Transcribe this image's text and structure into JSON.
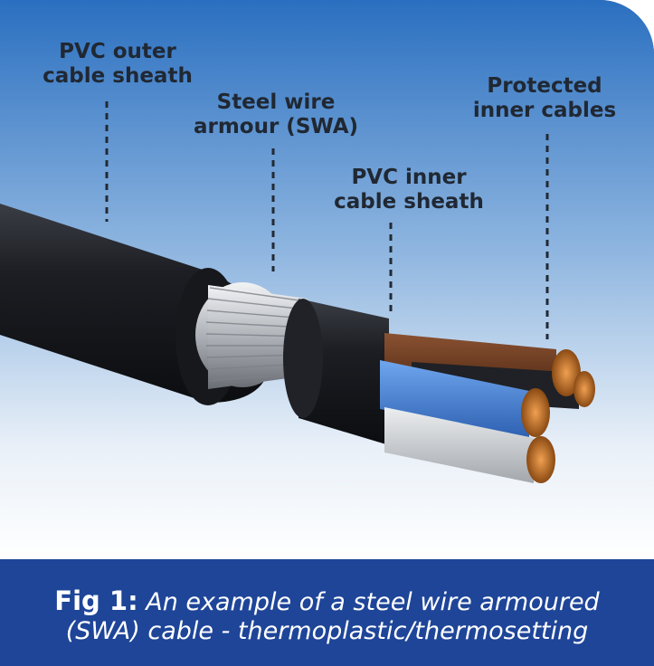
{
  "labels": {
    "outer_sheath": "PVC outer\ncable sheath",
    "steel_wire": "Steel wire\narmour (SWA)",
    "inner_sheath": "PVC inner\ncable sheath",
    "inner_cables": "Protected\ninner cables"
  },
  "caption": {
    "fig_label": "Fig 1:",
    "line1": " An example of a steel wire armoured",
    "line2": "(SWA) cable - thermoplastic/thermosetting"
  },
  "colors": {
    "caption_bg": "#1e4598",
    "background_top": "#2f79c8",
    "background_bottom": "#ffffff",
    "sheath": "#1b1d22",
    "armour": "#c9ccd0",
    "core_brown": "#6b3b1f",
    "core_blue": "#3f7fd6",
    "core_grey": "#cfd2d6",
    "core_black": "#22242a",
    "copper": "#c8742a"
  }
}
